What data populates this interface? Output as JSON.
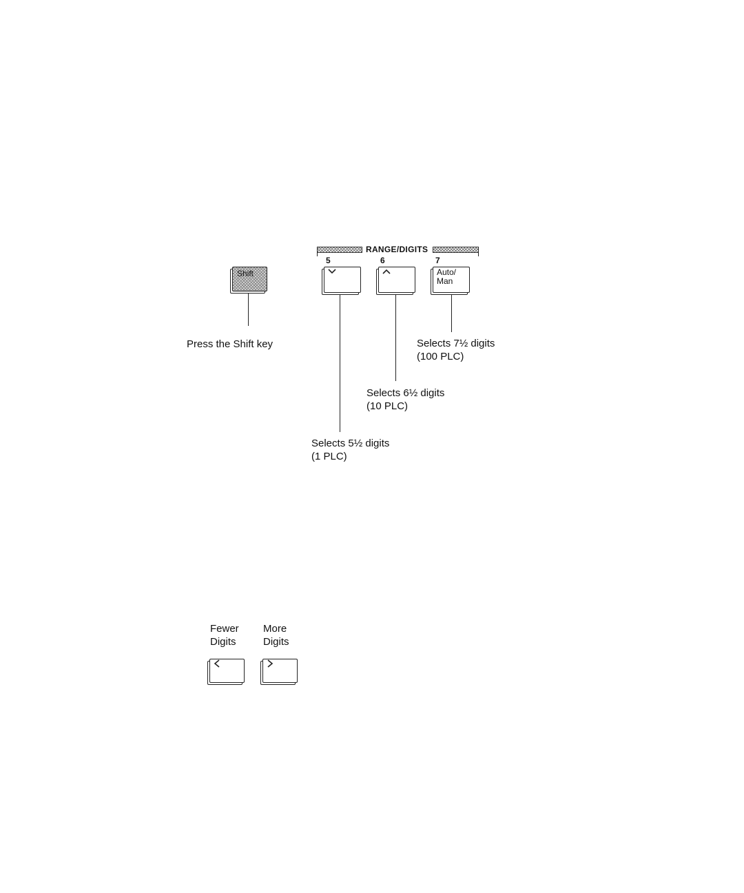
{
  "top_diagram": {
    "group_label": "RANGE/DIGITS",
    "keys": {
      "shift": {
        "cap": "Shift"
      },
      "k5": {
        "number": "5",
        "icon": "chevron-down-icon",
        "cap": "⌄"
      },
      "k6": {
        "number": "6",
        "icon": "chevron-up-icon",
        "cap": "^"
      },
      "k7": {
        "number": "7",
        "cap": "Auto/\nMan"
      }
    },
    "captions": {
      "shift": "Press the Shift key",
      "k7": {
        "line1": "Selects 7½ digits",
        "line2": "(100 PLC)"
      },
      "k6": {
        "line1": "Selects 6½ digits",
        "line2": "(10 PLC)"
      },
      "k5": {
        "line1": "Selects 5½ digits",
        "line2": "(1 PLC)"
      }
    }
  },
  "bottom_diagram": {
    "fewer": {
      "line1": "Fewer",
      "line2": "Digits",
      "icon": "chevron-left-icon",
      "cap": "<"
    },
    "more": {
      "line1": "More",
      "line2": "Digits",
      "icon": "chevron-right-icon",
      "cap": ">"
    }
  }
}
